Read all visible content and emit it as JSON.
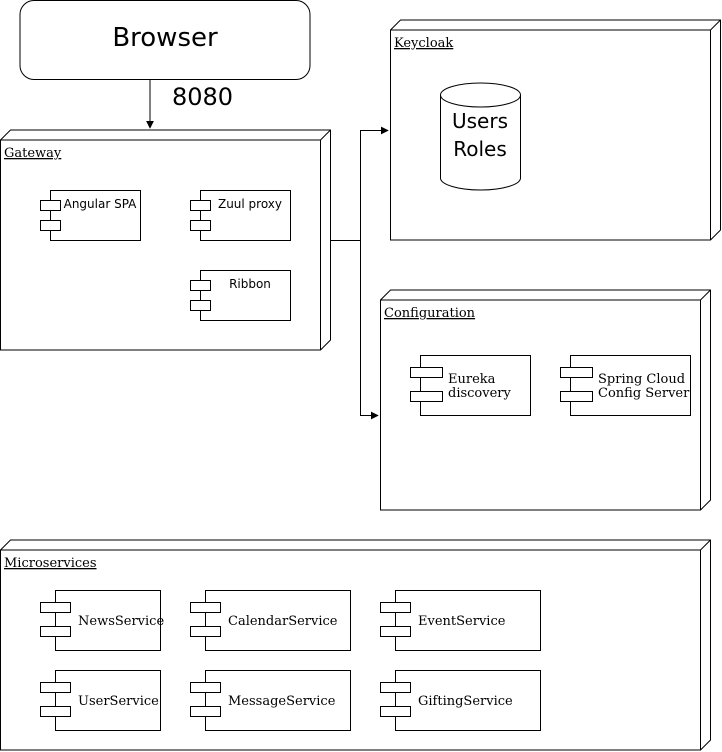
{
  "browser": {
    "label": "Browser"
  },
  "port": {
    "label": "8080"
  },
  "gateway": {
    "title": "Gateway",
    "components": [
      "Angular SPA",
      "Zuul proxy",
      "Ribbon"
    ]
  },
  "keycloak": {
    "title": "Keycloak",
    "db_lines": [
      "Users",
      "Roles"
    ]
  },
  "configuration": {
    "title": "Configuration",
    "components": [
      [
        "Eureka",
        "discovery"
      ],
      [
        "Spring Cloud",
        "Config Server"
      ]
    ]
  },
  "microservices": {
    "title": "Microservices",
    "components": [
      "NewsService",
      "CalendarService",
      "EventService",
      "UserService",
      "MessageService",
      "GiftingService"
    ]
  }
}
